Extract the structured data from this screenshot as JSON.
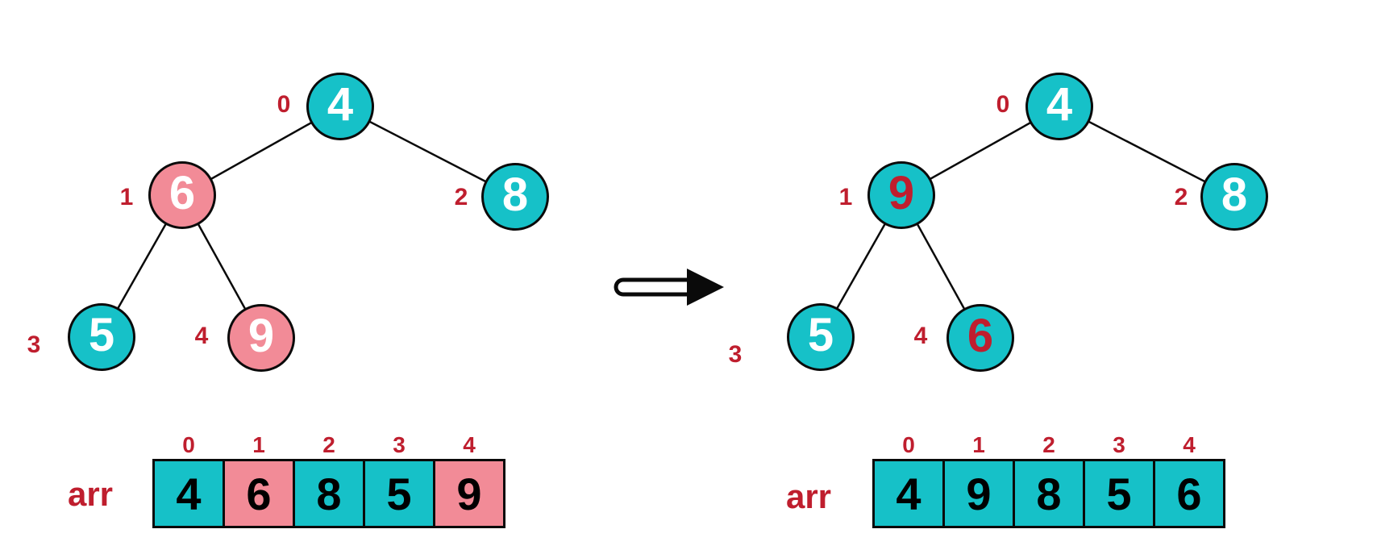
{
  "colors": {
    "teal": "#16c1c8",
    "pink": "#f28b97",
    "red": "#bf1e2e",
    "black": "#0a0a0a"
  },
  "left": {
    "tree": {
      "nodes": [
        {
          "index": "0",
          "value": "4",
          "fill": "fill-teal",
          "value_color": "text-white"
        },
        {
          "index": "1",
          "value": "6",
          "fill": "fill-pink",
          "value_color": "text-white"
        },
        {
          "index": "2",
          "value": "8",
          "fill": "fill-teal",
          "value_color": "text-white"
        },
        {
          "index": "3",
          "value": "5",
          "fill": "fill-teal",
          "value_color": "text-white"
        },
        {
          "index": "4",
          "value": "9",
          "fill": "fill-pink",
          "value_color": "text-white"
        }
      ]
    },
    "array": {
      "label": "arr",
      "cells": [
        {
          "index": "0",
          "value": "4",
          "fill": "fill-teal",
          "value_color": "text-white"
        },
        {
          "index": "1",
          "value": "6",
          "fill": "fill-pink",
          "value_color": "text-white"
        },
        {
          "index": "2",
          "value": "8",
          "fill": "fill-teal",
          "value_color": "text-white"
        },
        {
          "index": "3",
          "value": "5",
          "fill": "fill-teal",
          "value_color": "text-white"
        },
        {
          "index": "4",
          "value": "9",
          "fill": "fill-pink",
          "value_color": "text-white"
        }
      ]
    }
  },
  "right": {
    "tree": {
      "nodes": [
        {
          "index": "0",
          "value": "4",
          "fill": "fill-teal",
          "value_color": "text-white"
        },
        {
          "index": "1",
          "value": "9",
          "fill": "fill-teal",
          "value_color": "text-red"
        },
        {
          "index": "2",
          "value": "8",
          "fill": "fill-teal",
          "value_color": "text-white"
        },
        {
          "index": "3",
          "value": "5",
          "fill": "fill-teal",
          "value_color": "text-white"
        },
        {
          "index": "4",
          "value": "6",
          "fill": "fill-teal",
          "value_color": "text-red"
        }
      ]
    },
    "array": {
      "label": "arr",
      "cells": [
        {
          "index": "0",
          "value": "4",
          "fill": "fill-teal",
          "value_color": "text-white"
        },
        {
          "index": "1",
          "value": "9",
          "fill": "fill-teal",
          "value_color": "text-red"
        },
        {
          "index": "2",
          "value": "8",
          "fill": "fill-teal",
          "value_color": "text-white"
        },
        {
          "index": "3",
          "value": "5",
          "fill": "fill-teal",
          "value_color": "text-white"
        },
        {
          "index": "4",
          "value": "6",
          "fill": "fill-teal",
          "value_color": "text-red"
        }
      ]
    }
  }
}
